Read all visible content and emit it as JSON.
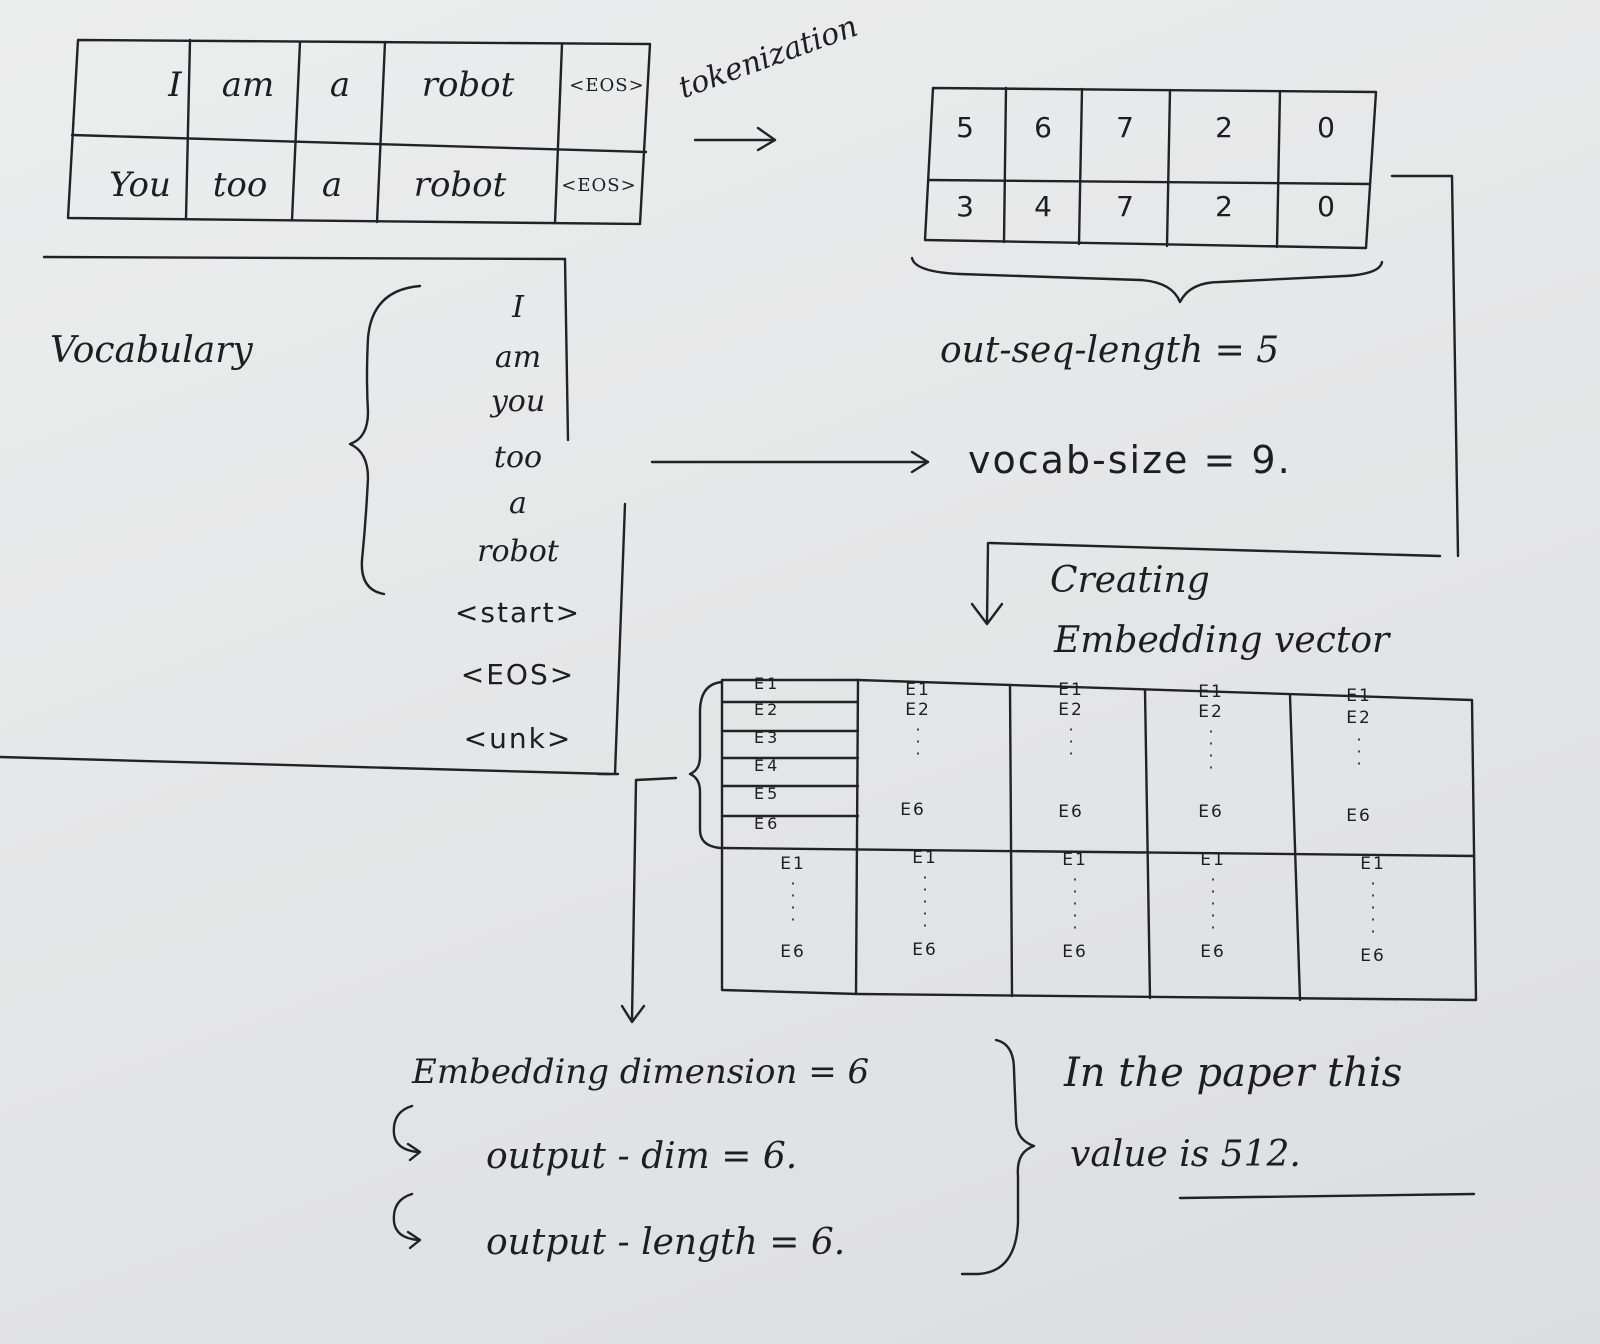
{
  "sentences": {
    "rows": [
      [
        "I",
        "am",
        "a",
        "robot",
        "<EOS>"
      ],
      [
        "You",
        "too",
        "a",
        "robot",
        "<EOS>"
      ]
    ]
  },
  "tokenization_label": "tokenization",
  "token_ids": {
    "rows": [
      [
        "5",
        "6",
        "7",
        "2",
        "0"
      ],
      [
        "3",
        "4",
        "7",
        "2",
        "0"
      ]
    ]
  },
  "out_seq_length_label": "out-seq-length = 5",
  "vocab_size_label": "vocab-size = 9.",
  "vocabulary": {
    "title": "Vocabulary",
    "items": [
      "I",
      "am",
      "you",
      "too",
      "a",
      "robot",
      "<start>",
      "<EOS>",
      "<unk>"
    ]
  },
  "creating_label": {
    "line1": "Creating",
    "line2": "Embedding vector"
  },
  "embedding": {
    "first_col_items": [
      "E1",
      "E2",
      "E3",
      "E4",
      "E5",
      "E6"
    ],
    "top_first": "E1",
    "top_second": "E2",
    "top_last": "E6",
    "bottom_first": "E1",
    "bottom_last": "E6"
  },
  "dims": {
    "embedding_dimension": "Embedding dimension = 6",
    "output_dim": "output - dim = 6.",
    "output_length": "output - length = 6."
  },
  "paper_note": {
    "line1": "In the paper this",
    "line2": "value is 512."
  }
}
